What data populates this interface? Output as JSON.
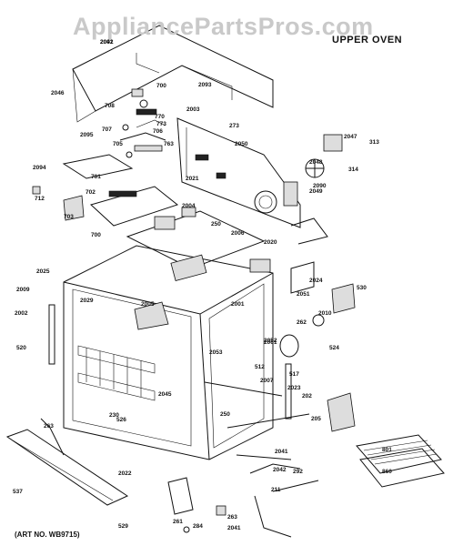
{
  "header": {
    "watermark": "AppliancePartsPros.com",
    "section_title": "UPPER OVEN"
  },
  "footer": {
    "art_no": "(ART NO. WB9715)"
  },
  "callouts": [
    "2091",
    "2093",
    "2046",
    "2095",
    "700",
    "708",
    "707",
    "705",
    "706",
    "773",
    "770",
    "763",
    "2003",
    "273",
    "2050",
    "2047",
    "313",
    "2048",
    "314",
    "2049",
    "2090",
    "2094",
    "701",
    "712",
    "702",
    "703",
    "700",
    "2004",
    "250",
    "2006",
    "2020",
    "2021",
    "2025",
    "2009",
    "2029",
    "2002",
    "512",
    "517",
    "2005",
    "2001",
    "2022",
    "2023",
    "250",
    "211",
    "262",
    "2024",
    "524",
    "520",
    "230",
    "263",
    "2045",
    "526",
    "537",
    "2052",
    "2053",
    "2061",
    "2051",
    "2007",
    "2010",
    "202",
    "205",
    "2041",
    "2042",
    "292",
    "801",
    "860",
    "530",
    "529",
    "261",
    "284",
    "263",
    "2041",
    "2042"
  ]
}
